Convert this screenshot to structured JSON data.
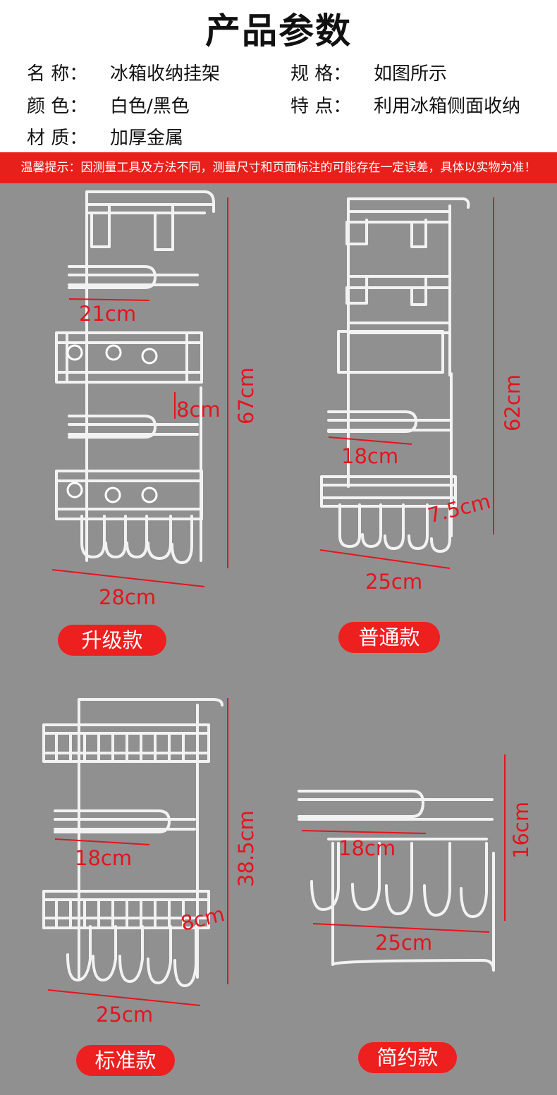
{
  "page_title": "产品参数",
  "specs": [
    {
      "key": "名  称：",
      "value": "冰箱收纳挂架"
    },
    {
      "key": "规  格：",
      "value": "如图所示"
    },
    {
      "key": "颜  色：",
      "value": "白色/黑色"
    },
    {
      "key": "特  点：",
      "value": "利用冰箱侧面收纳"
    },
    {
      "key": "材  质：",
      "value": "加厚金属"
    }
  ],
  "notice": "温馨提示：因测量工具及方法不同，测量尺寸和页面标注的可能存在一定误差，具体以实物为准！",
  "products": [
    {
      "label": "升级款",
      "width": "28cm",
      "height": "67cm",
      "rail": "21cm",
      "depth": "8cm"
    },
    {
      "label": "普通款",
      "width": "25cm",
      "height": "62cm",
      "rail": "18cm",
      "depth": "7.5cm"
    },
    {
      "label": "标准款",
      "width": "25cm",
      "height": "38.5cm",
      "rail": "18cm",
      "depth": "8cm"
    },
    {
      "label": "简约款",
      "width": "25cm",
      "height": "16cm",
      "rail": "18cm"
    }
  ],
  "colors": {
    "accent": "#e8201c",
    "background": "#909090",
    "dimension": "#e4141e"
  }
}
